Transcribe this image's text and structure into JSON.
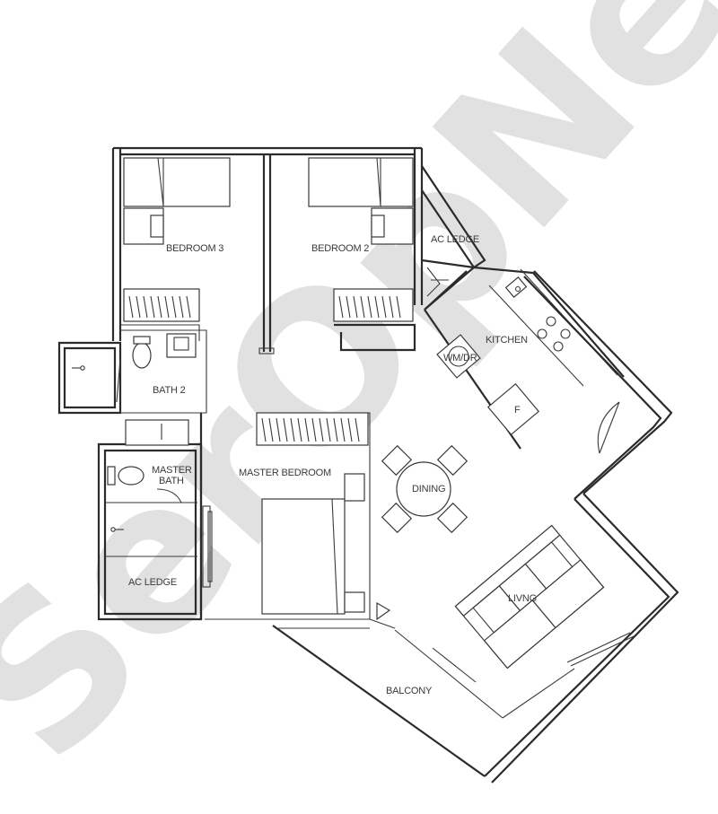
{
  "watermark": "SerOpNeX",
  "rooms": {
    "bedroom3": "BEDROOM 3",
    "bedroom2": "BEDROOM 2",
    "ac_ledge_top": "AC LEDGE",
    "kitchen": "KITCHEN",
    "wm_dr": "WM/DR",
    "fridge": "F",
    "bath2": "BATH 2",
    "master_bath_line1": "MASTER",
    "master_bath_line2": "BATH",
    "master_bedroom": "MASTER BEDROOM",
    "dining": "DINING",
    "ac_ledge_bottom": "AC LEDGE",
    "living": "LIVNG",
    "balcony": "BALCONY"
  },
  "colors": {
    "line": "#2b2b2b",
    "watermark": "#c9c9c9",
    "background": "#ffffff"
  }
}
